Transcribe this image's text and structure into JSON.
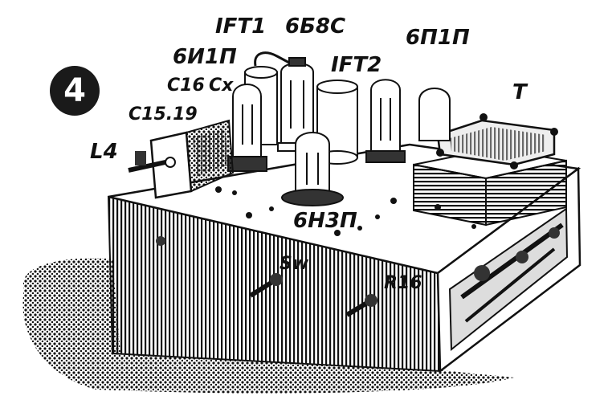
{
  "figure_number": "4",
  "labels": {
    "ift1": "IFT1",
    "tube_6b8c": "6Б8С",
    "tube_6p1p": "6П1П",
    "tube_6i1p": "6И1П",
    "ift2": "IFT2",
    "transformer": "T",
    "c16": "C16",
    "cx": "Cx",
    "c15_19": "C15.19",
    "l4": "L4",
    "tube_6n3p": "6Н3П",
    "sw": "Sw",
    "r16": "R16"
  },
  "colors": {
    "ink": "#111111",
    "paper": "#ffffff",
    "shade": "#555555"
  }
}
